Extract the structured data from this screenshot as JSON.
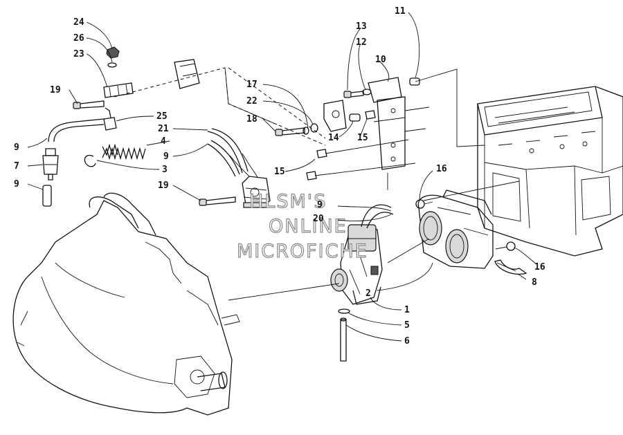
{
  "watermark": {
    "line1": "HLSM'S",
    "line2": "ONLINE",
    "line3": "MICROFICHE"
  },
  "callouts": {
    "c24": "24",
    "c26": "26",
    "c23": "23",
    "c19a": "19",
    "c25": "25",
    "c9a": "9",
    "c7": "7",
    "c9b": "9",
    "c21": "21",
    "c4": "4",
    "c9c": "9",
    "c3": "3",
    "c19b": "19",
    "c17": "17",
    "c22": "22",
    "c18": "18",
    "c14": "14",
    "c15a": "15",
    "c15b": "15",
    "c13": "13",
    "c12": "12",
    "c10": "10",
    "c11": "11",
    "c16a": "16",
    "c16b": "16",
    "c9d": "9",
    "c20": "20",
    "c2": "2",
    "c8": "8",
    "c1": "1",
    "c5": "5",
    "c6": "6"
  }
}
